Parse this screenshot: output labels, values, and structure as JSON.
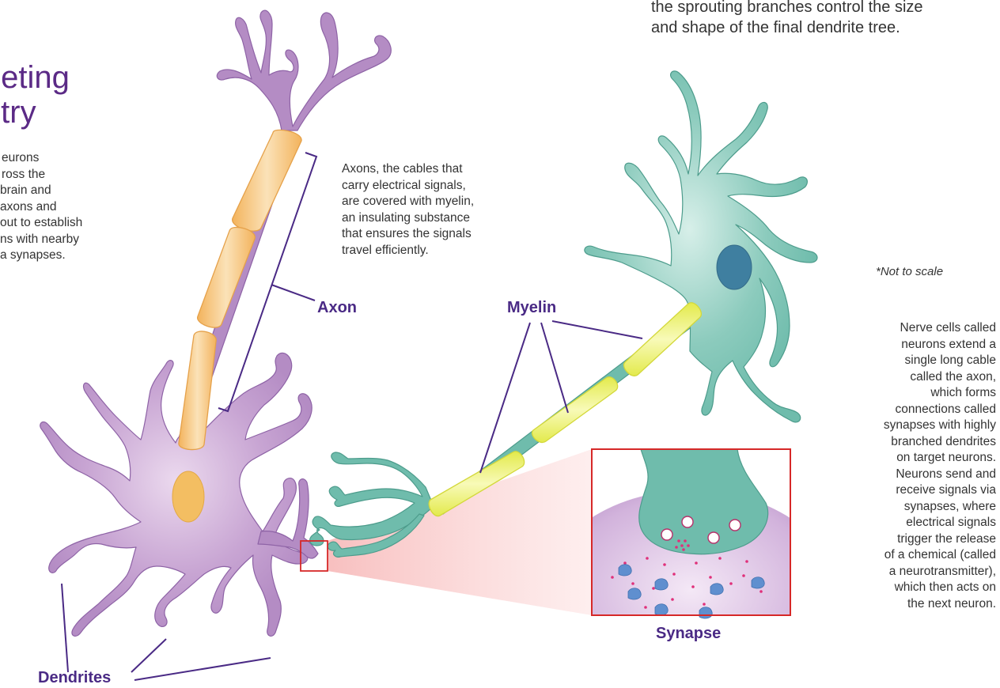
{
  "title": {
    "line1": "pleting",
    "line2": "uitry"
  },
  "top_right_text": {
    "line1": "the sprouting branches control the size",
    "line2": "and shape of the final dendrite tree."
  },
  "left_intro": {
    "lines": [
      "eurons",
      "ross the",
      "brain and",
      "axons and",
      "out to establish",
      "ns with nearby",
      "a synapses."
    ]
  },
  "axon_description": {
    "lines": [
      "Axons, the cables that",
      "carry electrical signals,",
      "are covered with myelin,",
      "an insulating substance",
      "that ensures the signals",
      "travel efficiently."
    ]
  },
  "nerve_description": {
    "lines": [
      "Nerve cells called",
      "neurons extend a",
      "single long cable",
      "called the axon,",
      "which forms",
      "connections called",
      "synapses with highly",
      "branched dendrites",
      "on target neurons.",
      "Neurons send and",
      "receive signals via",
      "synapses, where",
      "electrical signals",
      "trigger the release",
      "of a chemical (called",
      "a neurotransmitter),",
      "which then acts on",
      "the next neuron."
    ]
  },
  "scale_note": "*Not to scale",
  "labels": {
    "axon": "Axon",
    "myelin": "Myelin",
    "dendrites": "Dendrites",
    "synapse": "Synapse"
  },
  "colors": {
    "purple_neuron": "#b48cc4",
    "purple_dark": "#8e63a6",
    "teal_neuron": "#6fbcac",
    "teal_nucleus": "#3f7fa0",
    "myelin_orange": "#f5c98a",
    "myelin_yellow": "#eef37e",
    "label_purple": "#4a2a85",
    "synapse_box": "#d62828",
    "cone_pink": "#f9c2c2"
  }
}
